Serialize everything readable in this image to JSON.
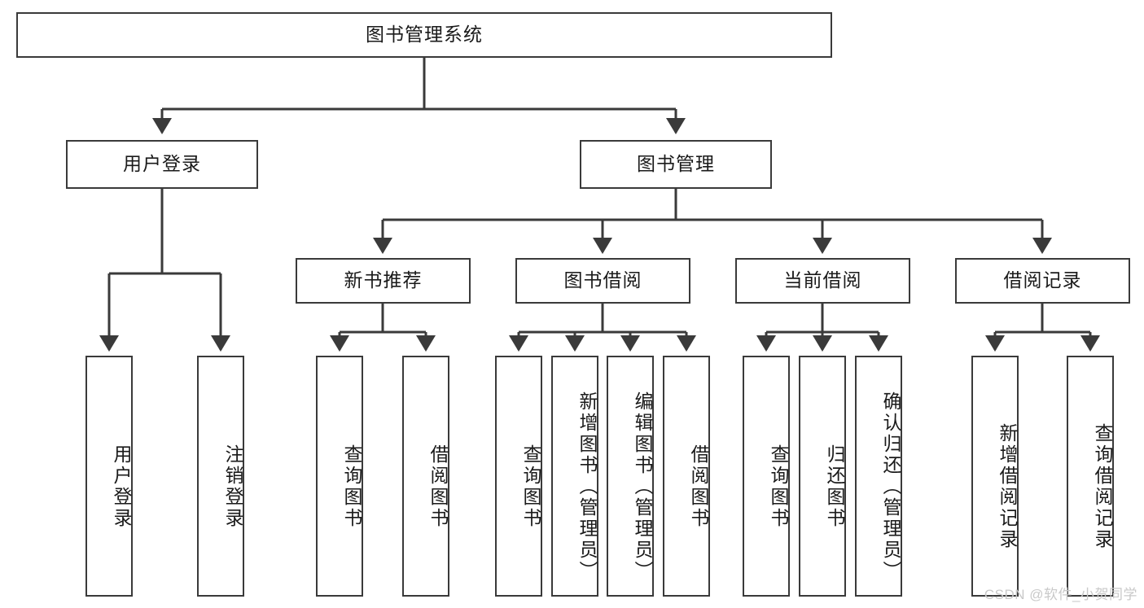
{
  "diagram": {
    "title": "图书管理系统",
    "type": "功能结构图",
    "root": {
      "id": "root",
      "label": "图书管理系统"
    },
    "level2": [
      {
        "id": "user-login",
        "label": "用户登录"
      },
      {
        "id": "book-manage",
        "label": "图书管理"
      }
    ],
    "level3": [
      {
        "id": "new-book-recommend",
        "label": "新书推荐",
        "parent": "book-manage"
      },
      {
        "id": "book-borrow",
        "label": "图书借阅",
        "parent": "book-manage"
      },
      {
        "id": "current-borrow",
        "label": "当前借阅",
        "parent": "book-manage"
      },
      {
        "id": "borrow-record",
        "label": "借阅记录",
        "parent": "book-manage"
      }
    ],
    "leaves": [
      {
        "id": "leaf-user-login",
        "label": "用户登录",
        "parent": "user-login"
      },
      {
        "id": "leaf-user-logout",
        "label": "注销登录",
        "parent": "user-login"
      },
      {
        "id": "leaf-query-book-1",
        "label": "查询图书",
        "parent": "new-book-recommend"
      },
      {
        "id": "leaf-borrow-book-1",
        "label": "借阅图书",
        "parent": "new-book-recommend"
      },
      {
        "id": "leaf-query-book-2",
        "label": "查询图书",
        "parent": "book-borrow"
      },
      {
        "id": "leaf-add-book",
        "label": "新增图书（管理员）",
        "parent": "book-borrow"
      },
      {
        "id": "leaf-edit-book",
        "label": "编辑图书（管理员）",
        "parent": "book-borrow"
      },
      {
        "id": "leaf-borrow-book-2",
        "label": "借阅图书",
        "parent": "book-borrow"
      },
      {
        "id": "leaf-query-book-3",
        "label": "查询图书",
        "parent": "current-borrow"
      },
      {
        "id": "leaf-return-book",
        "label": "归还图书",
        "parent": "current-borrow"
      },
      {
        "id": "leaf-confirm-return",
        "label": "确认归还（管理员）",
        "parent": "current-borrow"
      },
      {
        "id": "leaf-add-record",
        "label": "新增借阅记录",
        "parent": "borrow-record"
      },
      {
        "id": "leaf-query-record",
        "label": "查询借阅记录",
        "parent": "borrow-record"
      }
    ],
    "colors": {
      "stroke": "#3a3a3a",
      "fill": "#ffffff",
      "text": "#1a1a1a",
      "watermark": "#c9c9c9"
    }
  },
  "watermark": {
    "text": "CSDN @软件_小贺同学"
  }
}
